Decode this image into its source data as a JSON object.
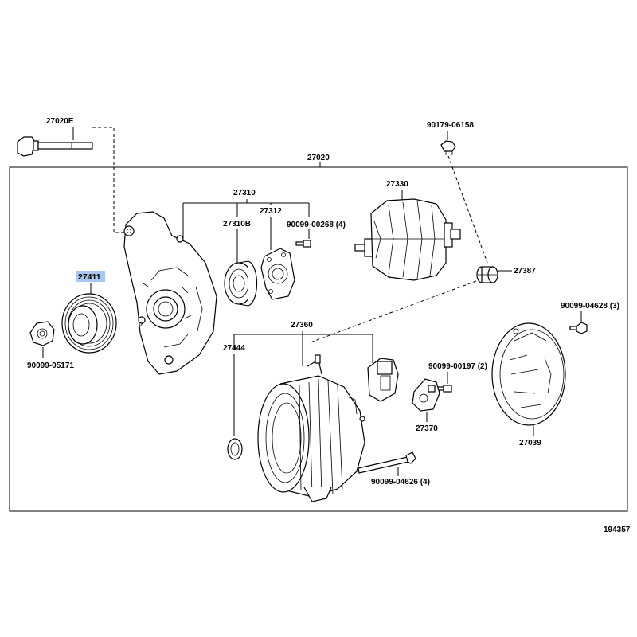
{
  "diagram": {
    "parts": {
      "p27020E": "27020E",
      "p27020": "27020",
      "p90179": "90179-06158",
      "p27310": "27310",
      "p27330": "27330",
      "p27310B": "27310B",
      "p27312": "27312",
      "p90099_00268": "90099-00268 (4)",
      "p27387": "27387",
      "p27411": "27411",
      "p90099_04628": "90099-04628 (3)",
      "p90099_05171": "90099-05171",
      "p27360": "27360",
      "p27444": "27444",
      "p90099_00197": "90099-00197 (2)",
      "p27370": "27370",
      "p27039": "27039",
      "p90099_04626": "90099-04626 (4)"
    },
    "highlighted_part": "27411",
    "highlight_color": "#a9c8f0",
    "figure_number": "194357"
  }
}
